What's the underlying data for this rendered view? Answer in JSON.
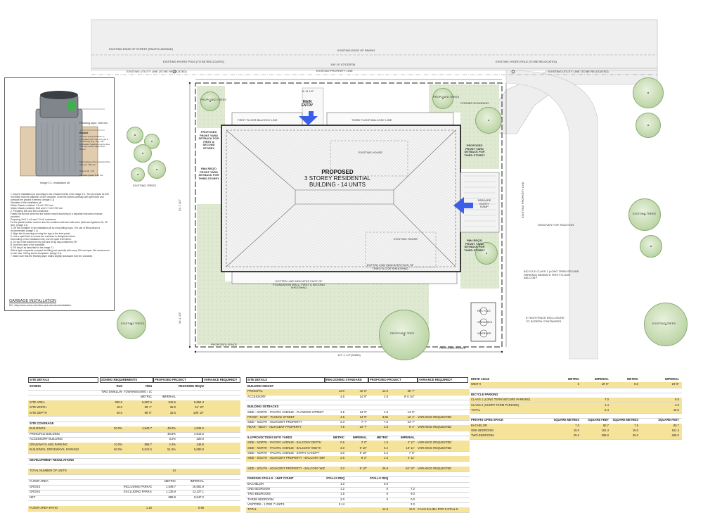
{
  "site_plan": {
    "street_labels": {
      "edge_of_street": "EXISTING EDGE OF STREET (PACIFIC AVENUE)",
      "edge_of_paving": "EXISTING EDGE OF PAVING",
      "utility_line": "EXISTING UTILITY LINE (TO BE RELOCATED)",
      "utility_line_right": "EXISTING UTILITY LINE (TO BE RELOCATED)",
      "property_line": "EXISTING PROPERTY LINE",
      "property_line_vertical": "EXISTING PROPERTY LINE",
      "dim_top": "106'-10 1/2\"(32578)",
      "hydro_left": "EXISTING HYDRO POLE (TO BE RELOCATED)",
      "hydro_right": "EXISTING HYDRO POLE (TO BE RELOCATED)"
    },
    "building": {
      "title_line1": "PROPOSED",
      "title_line2": "3 STOREY RESIDENTIAL",
      "title_line3": "BUILDING - 14 UNITS",
      "existing_house_1": "EXISTING HOUSE",
      "existing_house_2": "EXISTING HOUSE"
    },
    "labels": {
      "main_entry": "MAIN ENTRY",
      "main_entry_dim": "8'-11 1/2\"",
      "parkade_entry": "PARKADE ENTRY RAMP",
      "corner_rounding": "CORNER ROUNDING",
      "grooves": "GROOVES FOR TRACTION",
      "bicycle": "BICYCLE CLASS 1 (LONG TERM SECURE PARKING) BENEATH FIRST FLOOR BALCONY",
      "garbage_enclosure": "8' HIGH FENCE ENCLOSURE TO SCREEN CONTAINERS",
      "proposed_fence_1": "PROPOSED FENCE",
      "proposed_fence_2": "PROPOSED FENCE",
      "dim_bottom": "107'-1 1/2\"(32650)",
      "dim_left": "52'-7 1/2\"",
      "dim_left_2": "24'-1 1/2\"",
      "dotted_1": "DOTTED LINE INDICATES FACE OF THIRD FLOOR SHEATHING",
      "dotted_2": "DOTTED LINE INDICATES FACE OF FOUNDATION WALL, FIRST & SECOND SHEATHING",
      "setback_front": "PROPOSED FRONT YARD SETBACK FOR FIRST & SECOND STOREY",
      "setback_third": "PROPOSED FRONT YARD SETBACK FOR THIRD STOREY",
      "rma_setback": "RM4 REQ'D FRONT YARD SETBACK FOR THIRD STOREY",
      "first_floor_balcony": "FIRST FLOOR BALCONY LINE",
      "third_floor_balcony": "THIRD FLOOR BALCONY LINE",
      "existing_trees": "EXISTING TREES",
      "proposed_trees": "PROPOSED TREES",
      "proposed_tree": "PROPOSED TREE",
      "recycle": "RECYCLE",
      "organics": "ORGANICS",
      "garbage": "GARBAGE"
    }
  },
  "garbage_panel": {
    "finishing_layer": "Finishing layer: 300 mm",
    "ballast": "Ballast",
    "ballast_text": "Crushed gravel 8-32mm or excavated soil if the soil type is not blowing (e.g. clay, silt). Excavated material must be free from any stones larger than 32mm.",
    "filler": "Filler between the mould and the main pit: 100 mm",
    "ground": "Ground (fc - 15)",
    "gravel": "Crushed gravel: 8-16 mm",
    "image_caption": "Image 2.1. Installation pit",
    "steps": "1. Dig the installation pit according to the measurements in the image 2.1. The pit should be 400 mm wider than the diameter of the container. Level the bottom carefully with spirit level and compact the ground if needed. (image 3.1)\n   Diameter of the installation pit:\n   Molok Classic container 1.3 m3          1700 mm\n   Molok Classic container 5m3 and 3.7 m3  1750 mm\n2. Preparing 800 and 500 containers:\n   Fasten the anchor steel into the bottom mount according to a separate instruction manual provided.\n   Preparing 3m3, 1 m3 and 1.3 m3 containers:\n   Fix the plastic bottom anchors into the container with two bolts each (bolts are tightened 3x, 35 Nm). (image 5.1)\n3. Lift the container to the installation pit by using lifting loops. The use of lifting beam is recommended (image 3.1).\n4. Align the lid opening by using the sign in the front panel.\n5. Use a spirit level to ensure the container is straight and level.\n   Depending on the installation site, use the spirit level either:\n   A. on top of the aluminum ring (80 and 50 kg bag containers) OR\n   B. from the sides of the container.\n6. Fill the pit as described in the image 2.1\n   With a light compactor compact the filling soil carefully with every 200 mm layer. We recommend to use max. 100 kg sound compactor. (image 3.1)\n7. Make sure that the finishing layer drains slightly downward from the container.",
    "footer_title": "GARBAGE INSTALLATION",
    "footer_ref": "Ref.: https://www.molok.com/ideas-and-instructions/installation"
  },
  "table1": {
    "headers": [
      "SITE DETAILS",
      "ZONING REQUIREMENTS",
      "PROPOSED PROJECT",
      "VARIANCE REQUIRED?"
    ],
    "rows": [
      {
        "label": "ZONING",
        "c1": "RU4",
        "c2": "RM4",
        "c3": "",
        "c4": "REZONING REQUESTED",
        "style": "sh"
      },
      {
        "label": "",
        "c1": "TWO DWELLING HOUSING",
        "c2": "TOWNHOUSING / LOW STREET HOUSING",
        "c3": "",
        "c4": "",
        "style": ""
      },
      {
        "label": "",
        "c1": "",
        "c2": "METRIC",
        "c3": "IMPERIAL",
        "c4": "",
        "style": ""
      },
      {
        "label": "SITE AREA",
        "c1": "900.0",
        "c2": "9,687.5",
        "c3": "915.5",
        "c4": "9,854.3",
        "style": "hl"
      },
      {
        "label": "SITE WIDTH",
        "c1": "18.0",
        "c2": "59' 1\"",
        "c3": "28.0",
        "c4": "91' 10\"",
        "style": "hl"
      },
      {
        "label": "SITE DEPTH",
        "c1": "30.0",
        "c2": "98' 5\"",
        "c3": "32.6",
        "c4": "106' 10\"",
        "style": "hl"
      },
      {
        "label": "",
        "c1": "",
        "c2": "",
        "c3": "",
        "c4": "",
        "style": ""
      },
      {
        "label": "SITE COVERAGE",
        "c1": "",
        "c2": "",
        "c3": "",
        "c4": "",
        "style": "sh"
      },
      {
        "label": "BUILDINGS",
        "c1": "50.0%",
        "c2": "4,843.7",
        "c3": "49.0%",
        "c4": "4,834.5",
        "style": "hl"
      },
      {
        "label": "PRINCIPLE BUILDING",
        "c1": "",
        "c2": "",
        "c3": "45.8%",
        "c4": "4,514.5",
        "style": ""
      },
      {
        "label": "ACCESSORY BUILDING",
        "c1": "",
        "c2": "",
        "c3": "3.2%",
        "c4": "320.0",
        "style": ""
      },
      {
        "label": "DRIVEWAYS AND PARKING",
        "c1": "10.0%",
        "c2": "968.7",
        "c3": "2.4%",
        "c4": "246.8",
        "style": "hl"
      },
      {
        "label": "BUILDINGS, DRIVEWAYS, PARKING",
        "c1": "60.0%",
        "c2": "5,812.5",
        "c3": "51.5%",
        "c4": "5,080.8",
        "style": "hl"
      },
      {
        "label": "",
        "c1": "",
        "c2": "",
        "c3": "",
        "c4": "",
        "style": ""
      },
      {
        "label": "DEVELOPMENT REGULATIONS",
        "c1": "",
        "c2": "",
        "c3": "",
        "c4": "",
        "style": "sh"
      },
      {
        "label": "",
        "c1": "",
        "c2": "",
        "c3": "",
        "c4": "",
        "style": ""
      },
      {
        "label": "TOTAL NUMBER OF UNITS",
        "c1": "",
        "c2": "",
        "c3": "14",
        "c4": "",
        "style": "hl"
      },
      {
        "label": "",
        "c1": "",
        "c2": "",
        "c3": "",
        "c4": "",
        "style": ""
      },
      {
        "label": "FLOOR AREA",
        "c1": "",
        "c2": "",
        "c3": "METRIC",
        "c4": "IMPERIAL",
        "style": ""
      },
      {
        "label": "GROSS",
        "c1": "",
        "c2": "INCLUDING PARKADE",
        "c3": "1,549.7",
        "c4": "16,681.9",
        "style": ""
      },
      {
        "label": "GROSS",
        "c1": "",
        "c2": "EXCLUDING PARKADE",
        "c3": "1,135.9",
        "c4": "12,227.1",
        "style": ""
      },
      {
        "label": "NET",
        "c1": "",
        "c2": "",
        "c3": "886.9",
        "c4": "9,547.0",
        "style": ""
      },
      {
        "label": "",
        "c1": "",
        "c2": "",
        "c3": "",
        "c4": "",
        "style": ""
      },
      {
        "label": "FLOOR AREA RATIO",
        "c1": "",
        "c2": "1.15",
        "c3": "",
        "c4": "0.96",
        "style": "hl"
      }
    ]
  },
  "table2": {
    "headers": [
      "SITE DETAILS",
      "RM4 ZONING STANDARD",
      "PROPOSED PROJECT",
      "VARIANCE REQUIRED?"
    ],
    "rows": [
      {
        "label": "BUILDING HEIGHT",
        "c1": "",
        "c2": "",
        "c3": "",
        "c4": "",
        "c5": "",
        "style": "sh"
      },
      {
        "label": "PRINCIPAL",
        "c1": "13.0",
        "c2": "42' 8\"",
        "c3": "12.0",
        "c4": "39' 7\"",
        "c5": "",
        "style": "hl"
      },
      {
        "label": "ACCESSORY",
        "c1": "4.5",
        "c2": "14' 9\"",
        "c3": "2.9",
        "c4": "9' 6 1/4\"",
        "c5": "",
        "style": ""
      },
      {
        "label": "",
        "c1": "",
        "c2": "",
        "c3": "",
        "c4": "",
        "c5": "",
        "style": ""
      },
      {
        "label": "BUILDING SETBACKS",
        "c1": "",
        "c2": "",
        "c3": "",
        "c4": "",
        "c5": "",
        "style": "sh"
      },
      {
        "label": "SIDE - NORTH - PACIFIC AVENUE - FLANKING STREET",
        "c1": "4.5",
        "c2": "14' 9\"",
        "c3": "4.5",
        "c4": "14' 9\"",
        "c5": "",
        "style": ""
      },
      {
        "label": "FRONT - EAST - PASNAK STREET",
        "c1": "4.5",
        "c2": "14' 9\"",
        "c3": "3.66",
        "c4": "12' 1\"",
        "c5": "VARIANCE REQUESTED",
        "style": "hl"
      },
      {
        "label": "SIDE - SOUTH - ADJACENT PROPERTY",
        "c1": "2.3",
        "c2": "7' 7\"",
        "c3": "7.5",
        "c4": "24' 7\"",
        "c5": "",
        "style": ""
      },
      {
        "label": "REAR - WEST - ADJACENT PROPERTY",
        "c1": "7.5",
        "c2": "24' 7\"",
        "c3": "2.8",
        "c4": "9' 4\"",
        "c5": "VARIANCE REQUESTED",
        "style": "hl"
      },
      {
        "label": "",
        "c1": "",
        "c2": "",
        "c3": "",
        "c4": "",
        "c5": "",
        "style": ""
      },
      {
        "label": "6.4 PROJECTIONS INTO YARDS",
        "c1": "METRIC",
        "c2": "IMPERIAL",
        "c3": "METRIC",
        "c4": "IMPERIAL",
        "c5": "",
        "style": "sh"
      },
      {
        "label": "SIDE - NORTH - PACIFIC AVENUE - BALCONY DEPTH",
        "c1": "0.6",
        "c2": "2' 0\"",
        "c3": "1.5",
        "c4": "4' 11\"",
        "c5": "VARIANCE REQUESTED",
        "style": "hl"
      },
      {
        "label": "SIDE - NORTH - PACIFIC AVENUE - BALCONY WIDTH",
        "c1": "3.0",
        "c2": "9' 10\"",
        "c3": "5.2",
        "c4": "16' 11\"",
        "c5": "VARIANCE REQUESTED",
        "style": "hl"
      },
      {
        "label": "SIDE - NORTH - PACIFIC AVENUE - ENTRY CANOPY",
        "c1": "3.0",
        "c2": "9' 10\"",
        "c3": "2.2",
        "c4": "7' 5\"",
        "c5": "",
        "style": ""
      },
      {
        "label": "SIDE - SOUTH - ADJACENT PROPERTY - BALCONY DEPTH",
        "c1": "2.5",
        "c2": "8' 2\"",
        "c3": "1.5",
        "c4": "4' 11\"",
        "c5": "",
        "style": "hl"
      },
      {
        "label": "",
        "c1": "",
        "c2": "",
        "c3": "",
        "c4": "",
        "c5": "",
        "style": ""
      },
      {
        "label": "SIDE - SOUTH - ADJACENT PROPERTY - BALCONY WIDTH",
        "c1": "3.0",
        "c2": "9' 10\"",
        "c3": "25.8",
        "c4": "84' 10\"",
        "c5": "VARIANCE REQUESTED",
        "style": "hl"
      },
      {
        "label": "",
        "c1": "",
        "c2": "",
        "c3": "",
        "c4": "",
        "c5": "",
        "style": ""
      },
      {
        "label": "PARKING STALLS - UNIT COUNT",
        "c1": "STALLS REQ'D",
        "c2": "",
        "c3": "STALLS REQ'D",
        "c4": "",
        "c5": "",
        "style": "sh"
      },
      {
        "label": "BACHELOR",
        "c1": "1.0",
        "c2": "",
        "c3": "5.0",
        "c4": "",
        "c5": "",
        "style": ""
      },
      {
        "label": "ONE BEDROOM",
        "c1": "1.2",
        "c2": "",
        "c3": "6",
        "c4": "7.2",
        "c5": "",
        "style": ""
      },
      {
        "label": "TWO BEDROOM",
        "c1": "1.5",
        "c2": "",
        "c3": "6",
        "c4": "9.0",
        "c5": "",
        "style": ""
      },
      {
        "label": "THREE BEDROOM",
        "c1": "2.0",
        "c2": "",
        "c3": "0",
        "c4": "0.0",
        "c5": "",
        "style": ""
      },
      {
        "label": "VISITORS - 1 PER 7 UNITS",
        "c1": "0.14",
        "c2": "",
        "c3": "",
        "c4": "2.0",
        "c5": "",
        "style": ""
      },
      {
        "label": "TOTAL",
        "c1": "",
        "c2": "",
        "c3": "14.8",
        "c4": "10.0",
        "c5": "CASH IN LIEU FOR 5 STALLS",
        "style": "hl"
      }
    ]
  },
  "table3": {
    "rows": [
      {
        "label": "DRIVE AISLE",
        "c1": "METRIC",
        "c2": "IMPERIAL",
        "c3": "METRIC",
        "c4": "IMPERIAL",
        "style": "sh"
      },
      {
        "label": "WIDTH",
        "c1": "6",
        "c2": "19' 8\"",
        "c3": "6.0",
        "c4": "19' 8\"",
        "style": "hl"
      },
      {
        "label": "",
        "c1": "",
        "c2": "",
        "c3": "",
        "c4": "",
        "style": ""
      },
      {
        "label": "BICYCLE PARKING",
        "c1": "",
        "c2": "",
        "c3": "",
        "c4": "",
        "style": "sh"
      },
      {
        "label": "CLASS 1 (LONG TERM SECURE PARKING)",
        "c1": "",
        "c2": "7.0",
        "c3": "",
        "c4": "8.0",
        "style": "hl"
      },
      {
        "label": "CLASS 2 (SHORT TERM PARKING)",
        "c1": "",
        "c2": "1.4",
        "c3": "",
        "c4": "2.0",
        "style": "hl"
      },
      {
        "label": "TOTAL",
        "c1": "",
        "c2": "8.4",
        "c3": "",
        "c4": "10.0",
        "style": "hl"
      },
      {
        "label": "",
        "c1": "",
        "c2": "",
        "c3": "",
        "c4": "",
        "style": ""
      },
      {
        "label": "PRIVATE OPEN SPACE",
        "c1": "SQUARE METRES",
        "c2": "SQUARE FEET",
        "c3": "SQUARE METRES",
        "c4": "SQUARE FEET",
        "style": "sh"
      },
      {
        "label": "BACHELOR",
        "c1": "7.5",
        "c2": "80.7",
        "c3": "7.5",
        "c4": "80.7",
        "style": "hl"
      },
      {
        "label": "ONE BEDROOM",
        "c1": "15.0",
        "c2": "161.4",
        "c3": "15.0",
        "c4": "161.4",
        "style": "hl"
      },
      {
        "label": "TWO BEDROOM",
        "c1": "25.0",
        "c2": "269.0",
        "c3": "25.0",
        "c4": "269.0",
        "style": "hl"
      }
    ]
  }
}
